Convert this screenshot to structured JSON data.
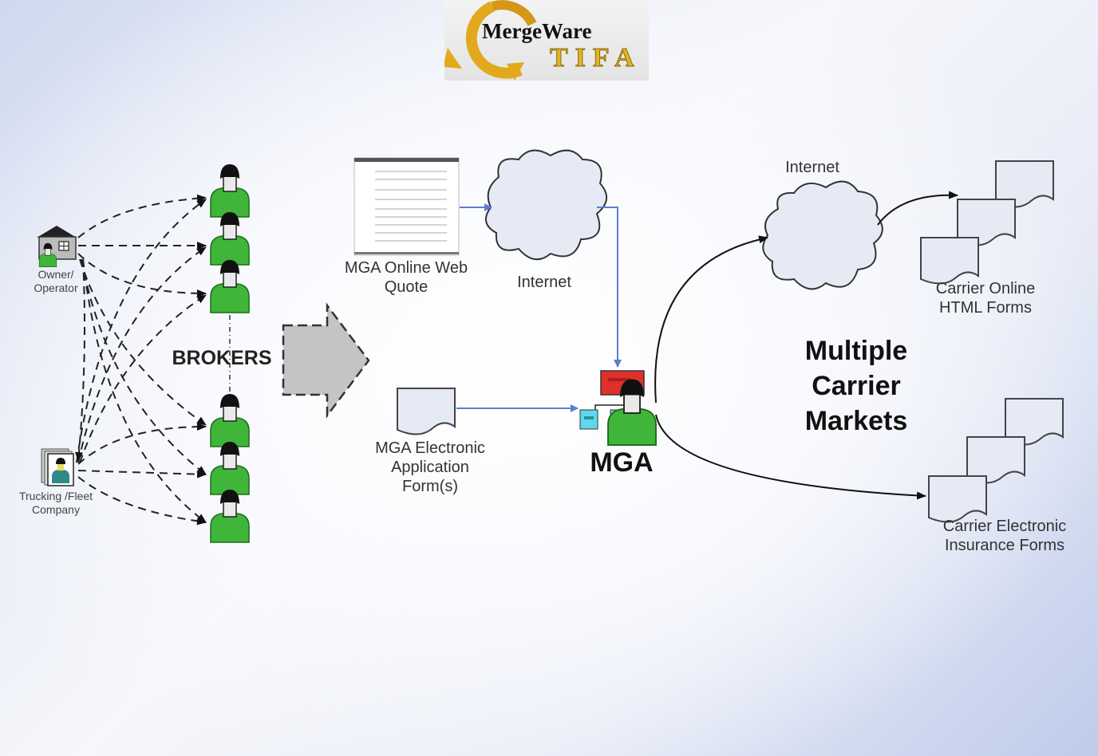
{
  "logo": {
    "line1": "MergeWare",
    "line2": "TIFA"
  },
  "left": {
    "owner_label_1": "Owner/",
    "owner_label_2": "Operator",
    "fleet_label_1": "Trucking /Fleet",
    "fleet_label_2": "Company",
    "brokers_label": "BROKERS",
    "broker_count": 6
  },
  "middle": {
    "web_quote_label_1": "MGA Online Web",
    "web_quote_label_2": "Quote",
    "internet_label": "Internet",
    "app_form_label_1": "MGA Electronic",
    "app_form_label_2": "Application",
    "app_form_label_3": "Form(s)",
    "mga_label": "MGA"
  },
  "right": {
    "internet_label": "Internet",
    "html_forms_label_1": "Carrier Online",
    "html_forms_label_2": "HTML Forms",
    "markets_1": "Multiple",
    "markets_2": "Carrier",
    "markets_3": "Markets",
    "ins_forms_label_1": "Carrier Electronic",
    "ins_forms_label_2": "Insurance Forms"
  },
  "colors": {
    "person_green": "#3fb53a",
    "connector_blue": "#5b7fc8",
    "logo_gold": "#e2a91c",
    "mga_red": "#e0302a",
    "mga_cyan": "#5fd8ea"
  }
}
